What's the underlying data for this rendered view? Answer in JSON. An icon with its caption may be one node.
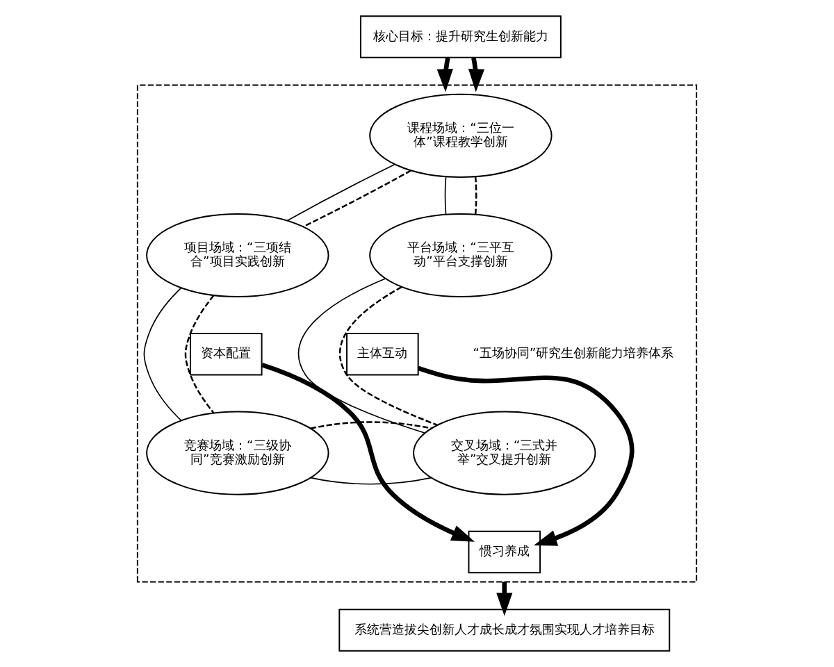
{
  "diagram": {
    "nodes": [
      {
        "text": [
          "核心目标：提升研究生创新能力"
        ]
      },
      {
        "text": [],
        "shape": "box"
      },
      {
        "text": [
          "课程场域：“三位一体”课程教学创新"
        ],
        "in": 1
      },
      {
        "text": [
          "项目场域：“三项结合”项目实践创新"
        ],
        "in": 1
      },
      {
        "text": [
          "平台场域：“三平互动”平台支撑创新"
        ],
        "in": 1
      },
      {
        "text": [
          "资本配置"
        ],
        "in": 1
      },
      {
        "text": [
          "主体互动"
        ],
        "in": 1
      },
      {
        "text": [
          "竞赛场域：“三级协同”竞赛激励创新"
        ],
        "in": 1
      },
      {
        "text": [
          "交叉场域：“三式并举”交叉提升创新"
        ],
        "in": 1
      },
      {
        "text": [
          "惯习养成"
        ],
        "in": 1
      },
      {
        "text": [
          "系统营造拔尖创新人才成长成才氛围实现人才培养目标"
        ]
      }
    ],
    "edges": [
      {
        "from": 0,
        "to": 1,
        "arrow": "to",
        "style": "thick"
      },
      {
        "from": 0,
        "to": 1,
        "arrow": "to",
        "style": "thick"
      },
      {
        "from": 2,
        "to": 3,
        "arrow": "none"
      },
      {
        "from": 2,
        "to": 3,
        "arrow": "none",
        "style": "dashed"
      },
      {
        "from": 2,
        "to": 4,
        "arrow": "none"
      },
      {
        "from": 2,
        "to": 4,
        "arrow": "none",
        "style": "dashed"
      },
      {
        "from": 3,
        "to": 7,
        "arrow": "none"
      },
      {
        "from": 3,
        "to": 7,
        "arrow": "none",
        "style": "dashed"
      },
      {
        "from": 4,
        "to": 8,
        "arrow": "none"
      },
      {
        "from": 4,
        "to": 8,
        "arrow": "none",
        "style": "dashed"
      },
      {
        "from": 7,
        "to": 8,
        "arrow": "none"
      },
      {
        "from": 7,
        "to": 8,
        "arrow": "none",
        "style": "dashed"
      },
      {
        "from": 5,
        "to": 9,
        "arrow": "to",
        "style": "thick"
      },
      {
        "from": 6,
        "to": 9,
        "arrow": "to",
        "style": "thick"
      },
      {
        "from": 1,
        "to": 10,
        "arrow": "to",
        "style": "thick"
      }
    ],
    "labels": [
      "“五场协同”研究生创新能力培养体系"
    ]
  }
}
